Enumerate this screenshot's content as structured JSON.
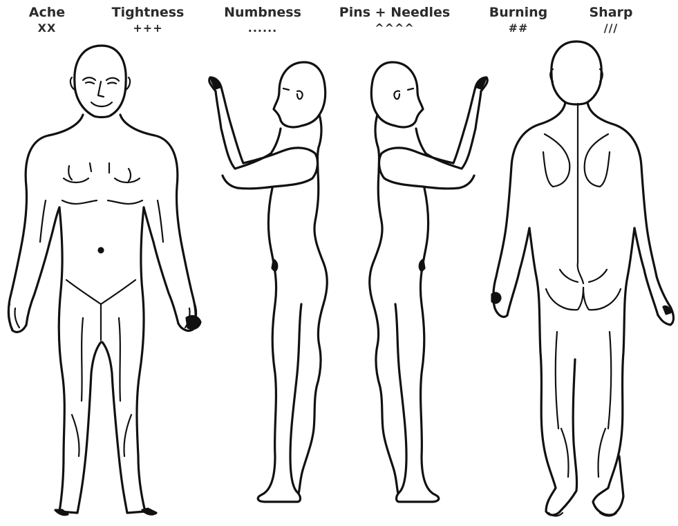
{
  "legend": {
    "items": [
      {
        "label": "Ache",
        "symbol": "XX"
      },
      {
        "label": "Tightness",
        "symbol": "+++"
      },
      {
        "label": "Numbness",
        "symbol": "......"
      },
      {
        "label": "Pins + Needles",
        "symbol": "^^^^"
      },
      {
        "label": "Burning",
        "symbol": "##"
      },
      {
        "label": "Sharp",
        "symbol": "///"
      }
    ]
  }
}
